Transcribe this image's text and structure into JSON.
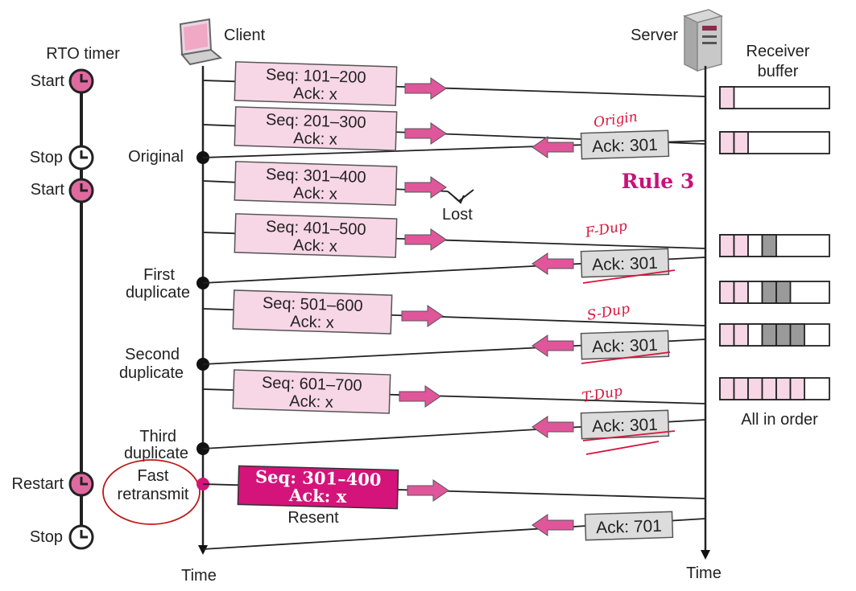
{
  "colors": {
    "segment_fill": "#f7d6e6",
    "segment_border": "#555555",
    "ack_fill": "#dcdcdc",
    "resent_fill": "#d4147a",
    "arrow_pink": "#e0569a",
    "clock_pink": "#e06aa0",
    "handwriting": "#d8143c",
    "rule_text": "#c8127a",
    "buffer_pink": "#f7d6e6",
    "buffer_gray": "#9a9a9a"
  },
  "labels": {
    "client": "Client",
    "server": "Server",
    "rto_timer": "RTO timer",
    "receiver_buffer_line1": "Receiver",
    "receiver_buffer_line2": "buffer",
    "time_client": "Time",
    "time_server": "Time",
    "rule": "Rule 3",
    "lost": "Lost",
    "resent": "Resent",
    "all_in_order": "All in order"
  },
  "timer_events": [
    {
      "label": "Start",
      "icon": "clock-icon",
      "style": "pink"
    },
    {
      "label": "Stop",
      "icon": "clock-icon",
      "style": "white"
    },
    {
      "label": "Start",
      "icon": "clock-icon",
      "style": "pink"
    },
    {
      "label": "Restart",
      "icon": "clock-icon",
      "style": "pink"
    },
    {
      "label": "Stop",
      "icon": "clock-icon",
      "style": "white"
    }
  ],
  "client_events": [
    {
      "line1": "Original",
      "line2": ""
    },
    {
      "line1": "First",
      "line2": "duplicate"
    },
    {
      "line1": "Second",
      "line2": "duplicate"
    },
    {
      "line1": "Third",
      "line2": "duplicate"
    },
    {
      "line1": "Fast",
      "line2": "retransmit"
    }
  ],
  "segments": [
    {
      "seq": "Seq: 101–200",
      "ack": "Ack: x"
    },
    {
      "seq": "Seq: 201–300",
      "ack": "Ack: x"
    },
    {
      "seq": "Seq: 301–400",
      "ack": "Ack: x"
    },
    {
      "seq": "Seq: 401–500",
      "ack": "Ack: x"
    },
    {
      "seq": "Seq: 501–600",
      "ack": "Ack: x"
    },
    {
      "seq": "Seq: 601–700",
      "ack": "Ack: x"
    },
    {
      "seq": "Seq: 301–400",
      "ack": "Ack: x"
    }
  ],
  "acks": [
    {
      "label": "Ack: 301"
    },
    {
      "label": "Ack: 301"
    },
    {
      "label": "Ack: 301"
    },
    {
      "label": "Ack: 301"
    },
    {
      "label": "Ack: 701"
    }
  ],
  "annotations": {
    "origin": "Origin",
    "f_dup": "F-Dup",
    "s_dup": "S-Dup",
    "t_dup": "T-Dup"
  },
  "buffers": [
    {
      "cells": [
        "pink"
      ]
    },
    {
      "cells": [
        "pink",
        "pink"
      ]
    },
    {
      "cells": [
        "pink",
        "pink",
        "empty",
        "gray"
      ]
    },
    {
      "cells": [
        "pink",
        "pink",
        "empty",
        "gray",
        "gray"
      ]
    },
    {
      "cells": [
        "pink",
        "pink",
        "empty",
        "gray",
        "gray",
        "gray"
      ]
    },
    {
      "cells": [
        "pink",
        "pink",
        "pink",
        "pink",
        "pink",
        "pink"
      ]
    }
  ]
}
